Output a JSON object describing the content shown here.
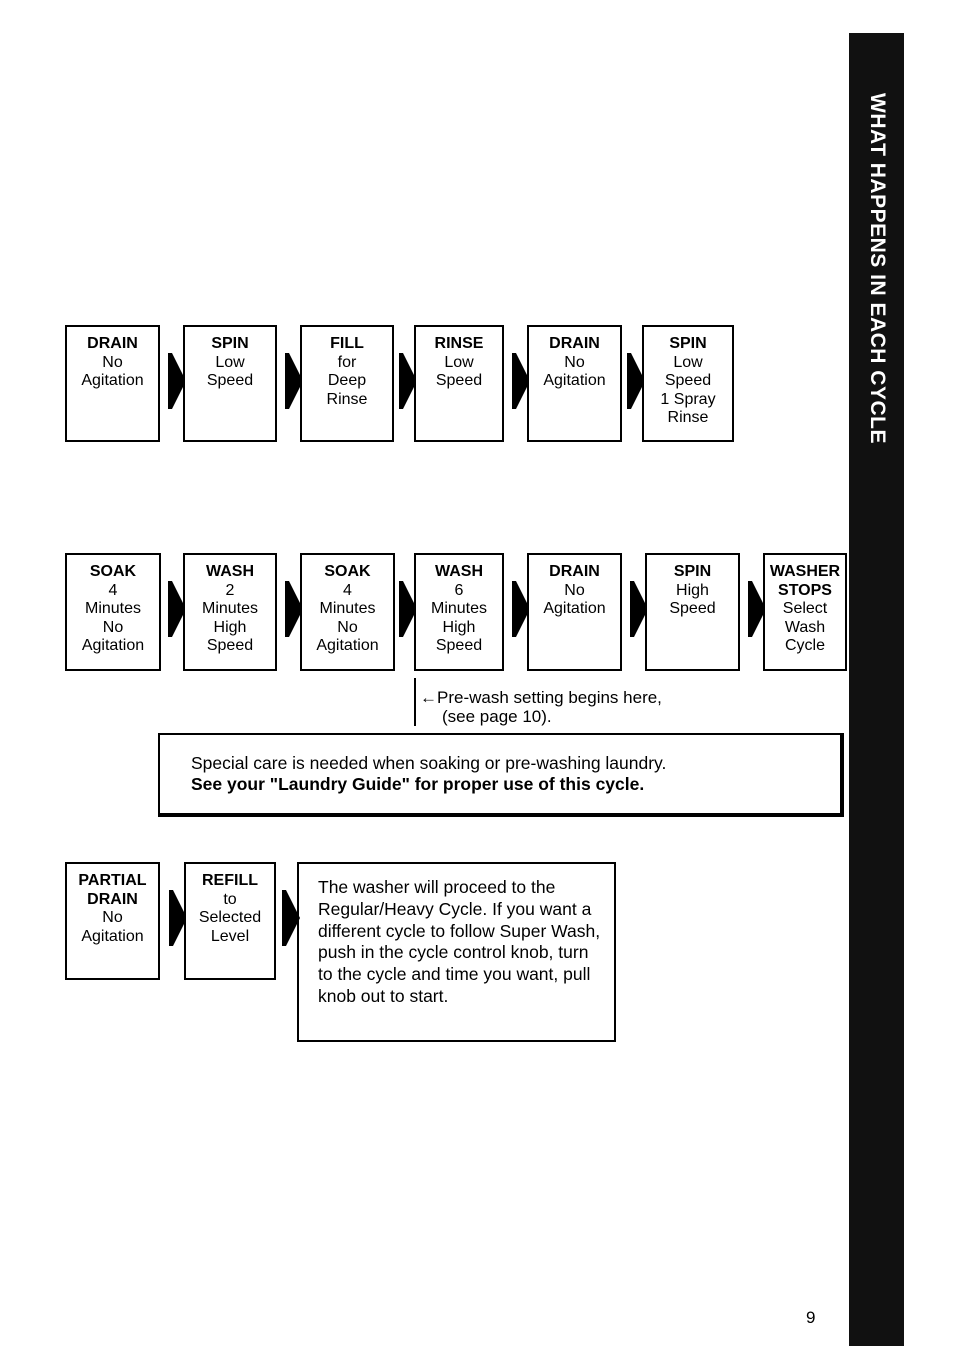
{
  "sidebar": {
    "title": "WHAT HAPPENS IN EACH CYCLE"
  },
  "rows": [
    [
      {
        "title": "DRAIN",
        "lines": [
          "No",
          "Agitation"
        ]
      },
      {
        "title": "SPIN",
        "lines": [
          "Low",
          "Speed"
        ]
      },
      {
        "title": "FILL",
        "lines": [
          "for",
          "Deep",
          "Rinse"
        ]
      },
      {
        "title": "RINSE",
        "lines": [
          "Low",
          "Speed"
        ]
      },
      {
        "title": "DRAIN",
        "lines": [
          "No",
          "Agitation"
        ]
      },
      {
        "title": "SPIN",
        "lines": [
          "Low",
          "Speed",
          "1 Spray",
          "Rinse"
        ]
      }
    ],
    [
      {
        "title": "SOAK",
        "lines": [
          "4",
          "Minutes",
          "No",
          "Agitation"
        ]
      },
      {
        "title": "WASH",
        "lines": [
          "2",
          "Minutes",
          "High",
          "Speed"
        ]
      },
      {
        "title": "SOAK",
        "lines": [
          "4",
          "Minutes",
          "No",
          "Agitation"
        ]
      },
      {
        "title": "WASH",
        "lines": [
          "6",
          "Minutes",
          "High",
          "Speed"
        ]
      },
      {
        "title": "DRAIN",
        "lines": [
          "No",
          "Agitation"
        ]
      },
      {
        "title": "SPIN",
        "lines": [
          "High",
          "Speed"
        ]
      },
      {
        "title": "WASHER",
        "title2": "STOPS",
        "lines": [
          "Select",
          "Wash",
          "Cycle"
        ]
      }
    ],
    [
      {
        "title": "PARTIAL",
        "title2": "DRAIN",
        "lines": [
          "No",
          "Agitation"
        ]
      },
      {
        "title": "REFILL",
        "lines": [
          "to",
          "Selected",
          "Level"
        ]
      }
    ]
  ],
  "prewash_note": {
    "arrow": "←",
    "line1": "Pre-wash setting begins here,",
    "line2": "(see page 10)."
  },
  "care_notice": {
    "line1": "Special care is needed when soaking or pre-washing laundry.",
    "line2": "See your \"Laundry Guide\" for proper use of this cycle."
  },
  "super_wash_info": "The washer will proceed to the Regular/Heavy Cycle. If you want a different cycle to follow Super Wash, push in the cycle control knob, turn to the cycle and time you want, pull knob out to start.",
  "page_number": "9"
}
